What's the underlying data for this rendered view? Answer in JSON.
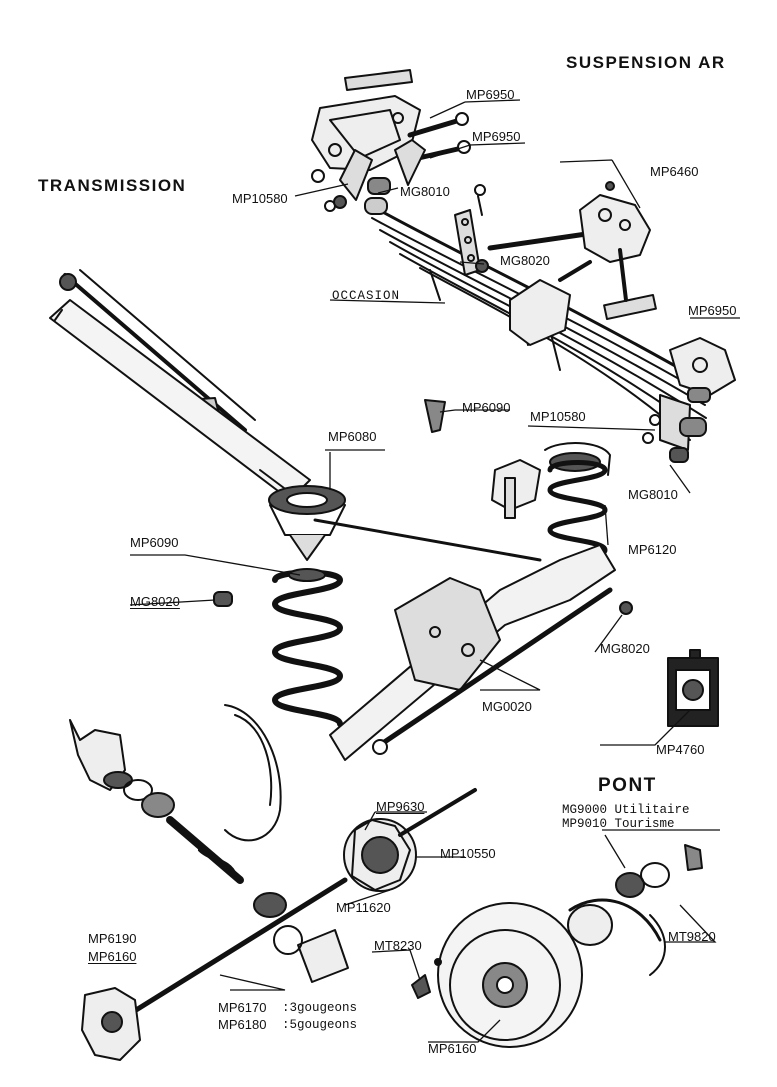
{
  "headings": {
    "suspension": "SUSPENSION AR",
    "transmission": "TRANSMISSION",
    "pont": "PONT"
  },
  "labels": {
    "mp6950_a": "MP6950",
    "mp6950_b": "MP6950",
    "mp6460": "MP6460",
    "mp10580_top": "MP10580",
    "mg8010_top": "MG8010",
    "mg8020_top": "MG8020",
    "occasion": "OCCASION",
    "mp6950_c": "MP6950",
    "mp6090_top": "MP6090",
    "mp10580_mid": "MP10580",
    "mg8010_mid": "MG8010",
    "mp6080": "MP6080",
    "mp6120": "MP6120",
    "mp6090_mid": "MP6090",
    "mg8020_left": "MG8020",
    "mg8020_right": "MG8020",
    "mg0020": "MG0020",
    "mp4760": "MP4760",
    "mg9000": "MG9000 Utilitaire",
    "mp9010": "MP9010 Tourisme",
    "mp9630": "MP9630",
    "mp10550": "MP10550",
    "mp11620": "MP11620",
    "mt9820": "MT9820",
    "mp6190": "MP6190",
    "mp6160_left": "MP6160",
    "mt8230": "MT8230",
    "mp6170": "MP6170",
    "mp6170_note": ":3gougeons",
    "mp6180": "MP6180",
    "mp6180_note": ":5gougeons",
    "mp6160_bottom": "MP6160"
  },
  "colors": {
    "ink": "#111111",
    "paper": "#ffffff",
    "shade": "#555555"
  }
}
